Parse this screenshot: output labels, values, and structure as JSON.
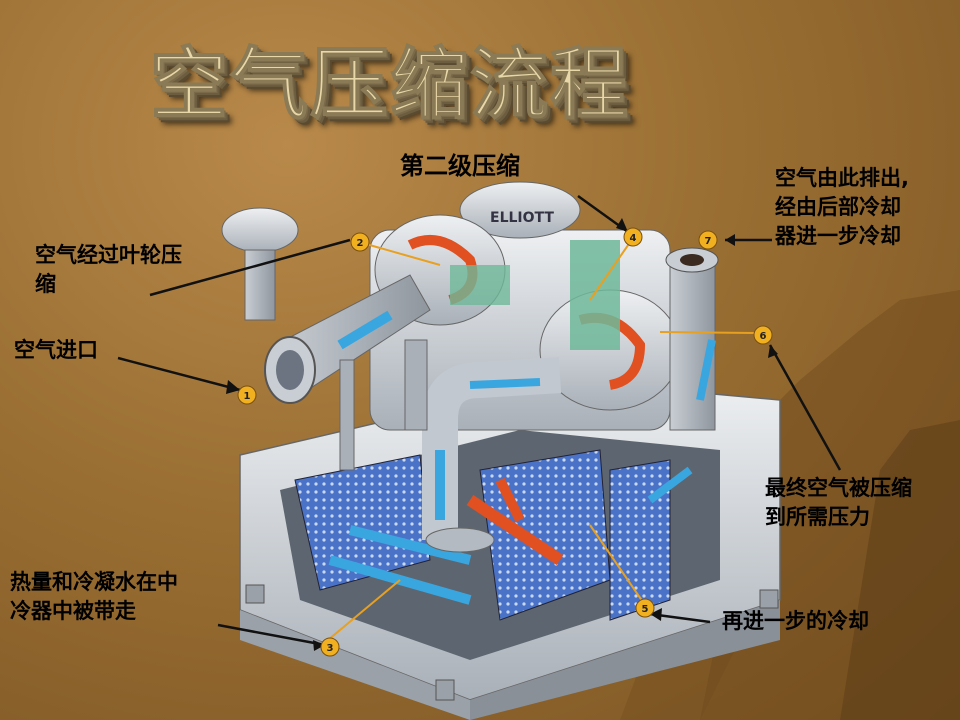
{
  "title": "空气压缩流程",
  "labels": {
    "stage2": "第二级压缩",
    "exhaust": [
      "空气由此排出,",
      "经由后部冷却",
      "器进一步冷却"
    ],
    "impeller": [
      "空气经过叶轮压",
      "缩"
    ],
    "inlet": "空气进口",
    "final": [
      "最终空气被压缩",
      "到所需压力"
    ],
    "heat": [
      "热量和冷凝水在中",
      "冷器中被带走"
    ],
    "further": "再进一步的冷却"
  },
  "markers": [
    "1",
    "2",
    "3",
    "4",
    "5",
    "6",
    "7"
  ],
  "colors": {
    "accent": "#e8a020",
    "hotflow": "#e05020",
    "coldflow": "#3aa6e0",
    "machine": "#d9dde2"
  }
}
